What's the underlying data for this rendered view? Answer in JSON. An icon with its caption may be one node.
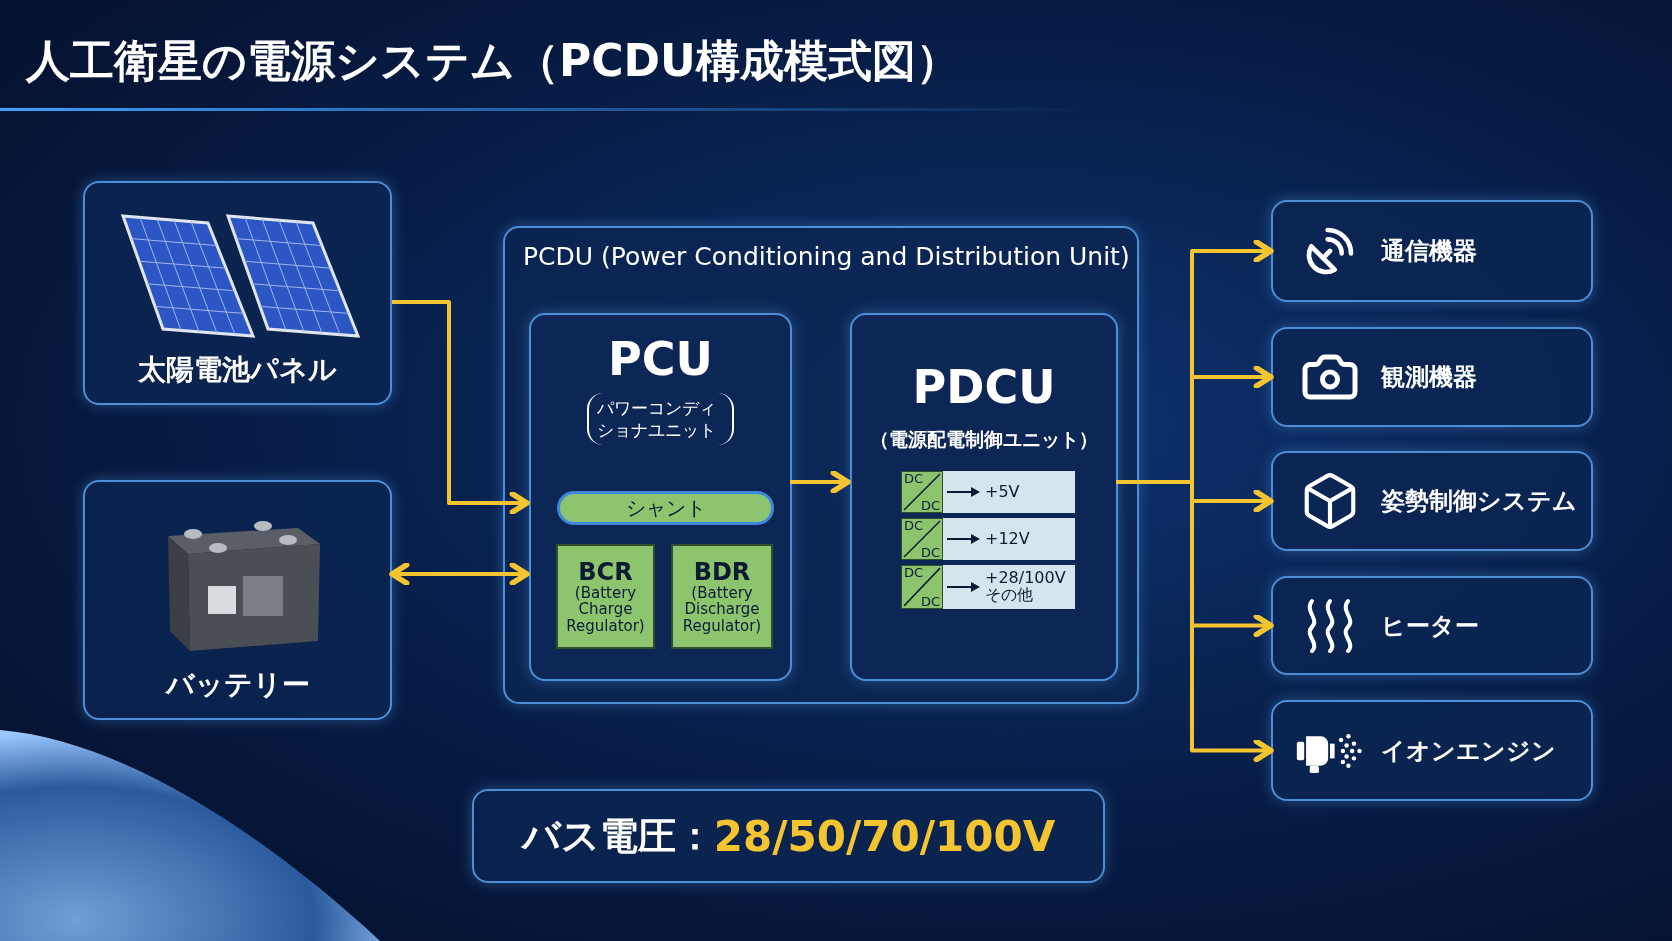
{
  "diagram": {
    "title": "人工衛星の電源システム（PCDU構成模式図）",
    "nodes": [
      {
        "text": [
          "太陽電池パネル"
        ]
      },
      {
        "text": [
          "バッテリー"
        ]
      },
      {
        "text": [
          "PCDU (Power Conditioning and Distribution Unit)"
        ]
      },
      {
        "text": [
          "PCU",
          "パワーコンディショナユニット"
        ],
        "in": 2
      },
      {
        "text": [
          "シャント"
        ],
        "in": 3
      },
      {
        "text": [
          "BCR",
          "(Battery Charge Regulator)"
        ],
        "in": 3
      },
      {
        "text": [
          "BDR",
          "(Battery Discharge Regulator)"
        ],
        "in": 3
      },
      {
        "text": [
          "PDCU",
          "（電源配電制御ユニット）"
        ],
        "in": 2
      },
      {
        "text": [
          "DC",
          "DC",
          "+5V"
        ],
        "in": 7
      },
      {
        "text": [
          "DC",
          "DC",
          "+12V"
        ],
        "in": 7
      },
      {
        "text": [
          "DC",
          "DC",
          "+28/100V その他"
        ],
        "in": 7
      },
      {
        "text": [
          "バス電圧：",
          "28/50/70/100V"
        ]
      },
      {
        "text": [
          "通信機器"
        ]
      },
      {
        "text": [
          "観測機器"
        ]
      },
      {
        "text": [
          "姿勢制御システム"
        ]
      },
      {
        "text": [
          "ヒーター"
        ]
      },
      {
        "text": [
          "イオンエンジン"
        ]
      }
    ],
    "edges": [
      {
        "from": 0,
        "to": 3,
        "arrow": "to"
      },
      {
        "from": 1,
        "to": 3,
        "arrow": "both"
      },
      {
        "from": 3,
        "to": 7,
        "arrow": "to"
      },
      {
        "from": 7,
        "to": 12,
        "arrow": "to"
      },
      {
        "from": 7,
        "to": 13,
        "arrow": "to"
      },
      {
        "from": 7,
        "to": 14,
        "arrow": "to"
      },
      {
        "from": 7,
        "to": 15,
        "arrow": "to"
      },
      {
        "from": 7,
        "to": 16,
        "arrow": "to"
      }
    ]
  }
}
